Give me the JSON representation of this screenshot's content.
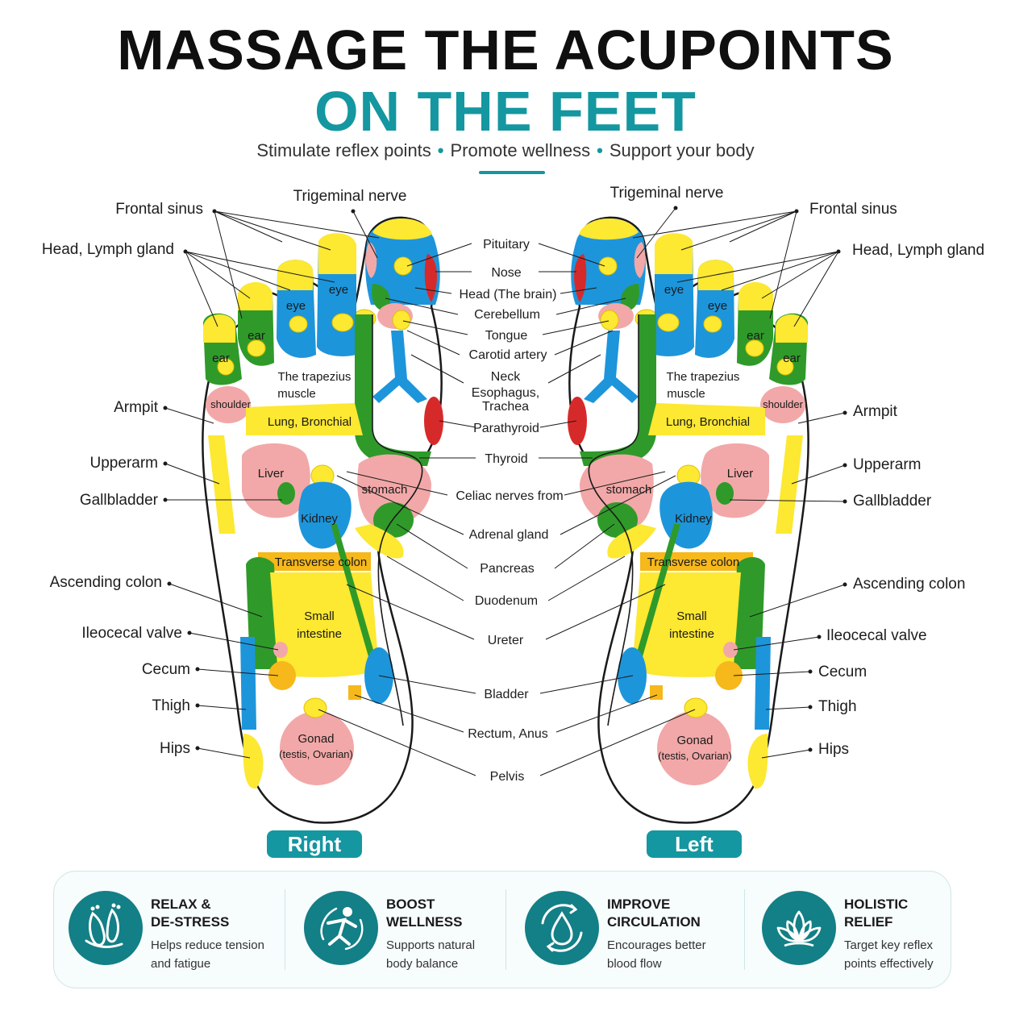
{
  "header": {
    "title_line1": "MASSAGE THE ACUPOINTS",
    "title_line2": "ON THE FEET",
    "subtitle_parts": [
      "Stimulate reflex points",
      "Promote wellness",
      "Support your body"
    ]
  },
  "colors": {
    "accent": "#1497a0",
    "yellow": "#fde832",
    "blue": "#1d95db",
    "green": "#2f9a2a",
    "pink": "#f2a8a8",
    "red": "#d62a2a",
    "orange": "#f6b81a"
  },
  "labels_left": {
    "frontal_sinus": "Frontal sinus",
    "head_lymph": "Head, Lymph gland",
    "armpit": "Armpit",
    "upperarm": "Upperarm",
    "gallbladder": "Gallbladder",
    "ascending_colon": "Ascending colon",
    "ileocecal": "Ileocecal valve",
    "cecum": "Cecum",
    "thigh": "Thigh",
    "hips": "Hips"
  },
  "labels_top": {
    "trigeminal_r": "Trigeminal nerve",
    "trigeminal_l": "Trigeminal nerve"
  },
  "labels_center": {
    "pituitary": "Pituitary",
    "nose": "Nose",
    "head_brain": "Head (The brain)",
    "cerebellum": "Cerebellum",
    "tongue": "Tongue",
    "carotid": "Carotid artery",
    "neck": "Neck",
    "esophagus": "Esophagus,",
    "trachea": "Trachea",
    "parathyroid": "Parathyroid",
    "thyroid": "Thyroid",
    "celiac": "Celiac nerves from",
    "adrenal": "Adrenal gland",
    "pancreas": "Pancreas",
    "duodenum": "Duodenum",
    "ureter": "Ureter",
    "bladder": "Bladder",
    "rectum": "Rectum, Anus",
    "pelvis": "Pelvis"
  },
  "labels_right": {
    "frontal_sinus": "Frontal sinus",
    "head_lymph": "Head, Lymph gland",
    "armpit": "Armpit",
    "upperarm": "Upperarm",
    "gallbladder": "Gallbladder",
    "ascending_colon": "Ascending colon",
    "ileocecal": "Ileocecal valve",
    "cecum": "Cecum",
    "thigh": "Thigh",
    "hips": "Hips"
  },
  "foot_labels": {
    "eye": "eye",
    "ear": "ear",
    "trapezius_1": "The trapezius",
    "trapezius_2": "muscle",
    "shoulder": "shoulder",
    "lung": "Lung, Bronchial",
    "liver": "Liver",
    "stomach": "stomach",
    "kidney": "Kidney",
    "transverse_colon": "Transverse colon",
    "small_1": "Small",
    "small_2": "intestine",
    "gonad_1": "Gonad",
    "gonad_2": "(testis, Ovarian)"
  },
  "sides": {
    "right": "Right",
    "left": "Left"
  },
  "features": [
    {
      "icon": "feet-relax-icon",
      "title_1": "RELAX &",
      "title_2": "DE-STRESS",
      "desc_1": "Helps reduce tension",
      "desc_2": "and fatigue"
    },
    {
      "icon": "wellness-figure-icon",
      "title_1": "BOOST",
      "title_2": "WELLNESS",
      "desc_1": "Supports natural",
      "desc_2": "body balance"
    },
    {
      "icon": "water-drop-cycle-icon",
      "title_1": "IMPROVE",
      "title_2": "CIRCULATION",
      "desc_1": "Encourages better",
      "desc_2": "blood flow"
    },
    {
      "icon": "lotus-icon",
      "title_1": "HOLISTIC",
      "title_2": "RELIEF",
      "desc_1": "Target key reflex",
      "desc_2": "points effectively"
    }
  ]
}
